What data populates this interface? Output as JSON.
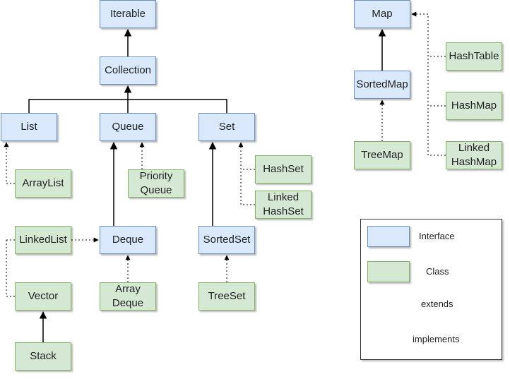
{
  "nodes": {
    "iterable": {
      "label": "Iterable",
      "kind": "interface"
    },
    "collection": {
      "label": "Collection",
      "kind": "interface"
    },
    "list": {
      "label": "List",
      "kind": "interface"
    },
    "queue": {
      "label": "Queue",
      "kind": "interface"
    },
    "set": {
      "label": "Set",
      "kind": "interface"
    },
    "arraylist": {
      "label": "ArrayList",
      "kind": "class"
    },
    "priorityqueue": {
      "label": "Priority\nQueue",
      "kind": "class"
    },
    "hashset": {
      "label": "HashSet",
      "kind": "class"
    },
    "linkedhashset": {
      "label": "Linked\nHashSet",
      "kind": "class"
    },
    "linkedlist": {
      "label": "LinkedList",
      "kind": "class"
    },
    "deque": {
      "label": "Deque",
      "kind": "interface"
    },
    "sortedset": {
      "label": "SortedSet",
      "kind": "interface"
    },
    "vector": {
      "label": "Vector",
      "kind": "class"
    },
    "arraydeque": {
      "label": "Array\nDeque",
      "kind": "class"
    },
    "treeset": {
      "label": "TreeSet",
      "kind": "class"
    },
    "stack": {
      "label": "Stack",
      "kind": "class"
    },
    "map": {
      "label": "Map",
      "kind": "interface"
    },
    "sortedmap": {
      "label": "SortedMap",
      "kind": "interface"
    },
    "treemap": {
      "label": "TreeMap",
      "kind": "class"
    },
    "hashtable": {
      "label": "HashTable",
      "kind": "class"
    },
    "hashmap": {
      "label": "HashMap",
      "kind": "class"
    },
    "linkedhashmap": {
      "label": "Linked\nHashMap",
      "kind": "class"
    }
  },
  "legend": {
    "interface": "Interface",
    "class": "Class",
    "extends": "extends",
    "implements": "implements"
  },
  "colors": {
    "interface_fill": "#dae8fc",
    "interface_stroke": "#6c8ebf",
    "class_fill": "#d5e8d4",
    "class_stroke": "#82b366",
    "edge": "#000000"
  }
}
